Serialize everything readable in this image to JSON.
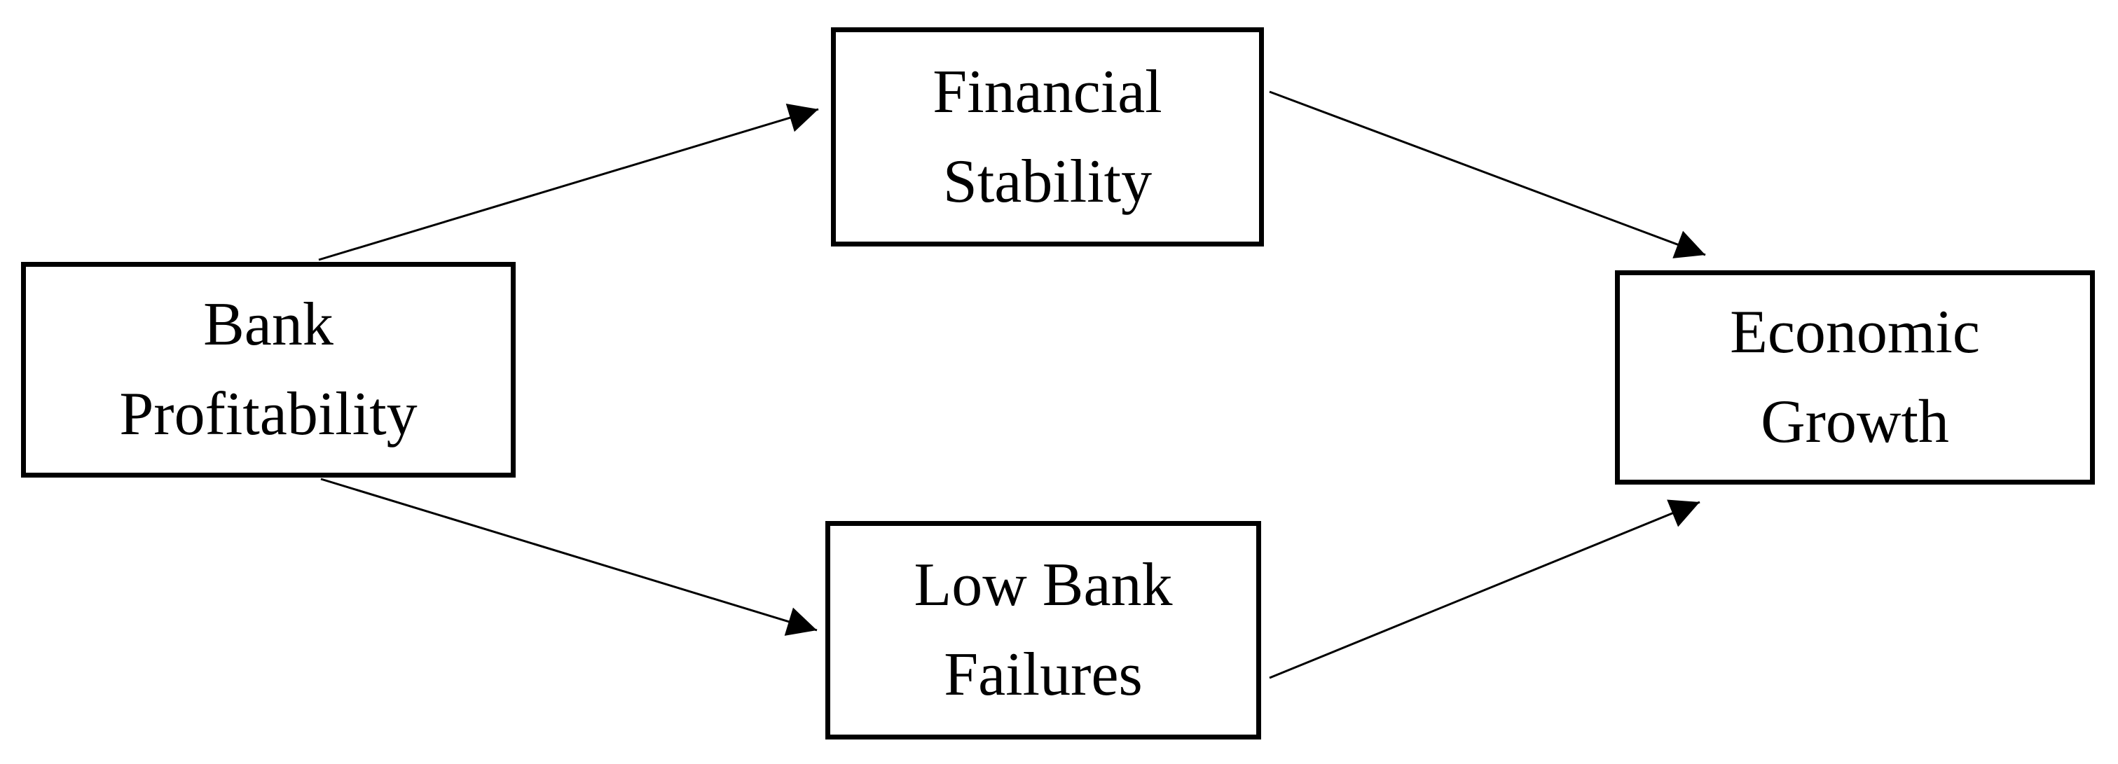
{
  "diagram": {
    "title": "Bank profitability and economic growth channels diagram",
    "background_color": "#ffffff",
    "line_color": "#000000",
    "text_color": "#000000",
    "nodes": [
      {
        "id": "bank-profitability",
        "label": "Bank\nProfitability"
      },
      {
        "id": "financial-stability",
        "label": "Financial\nStability"
      },
      {
        "id": "low-bank-failures",
        "label": "Low Bank\nFailures"
      },
      {
        "id": "economic-growth",
        "label": "Economic\nGrowth"
      }
    ],
    "edges": [
      {
        "from": "bank-profitability",
        "to": "financial-stability"
      },
      {
        "from": "bank-profitability",
        "to": "low-bank-failures"
      },
      {
        "from": "financial-stability",
        "to": "economic-growth"
      },
      {
        "from": "low-bank-failures",
        "to": "economic-growth"
      }
    ]
  }
}
